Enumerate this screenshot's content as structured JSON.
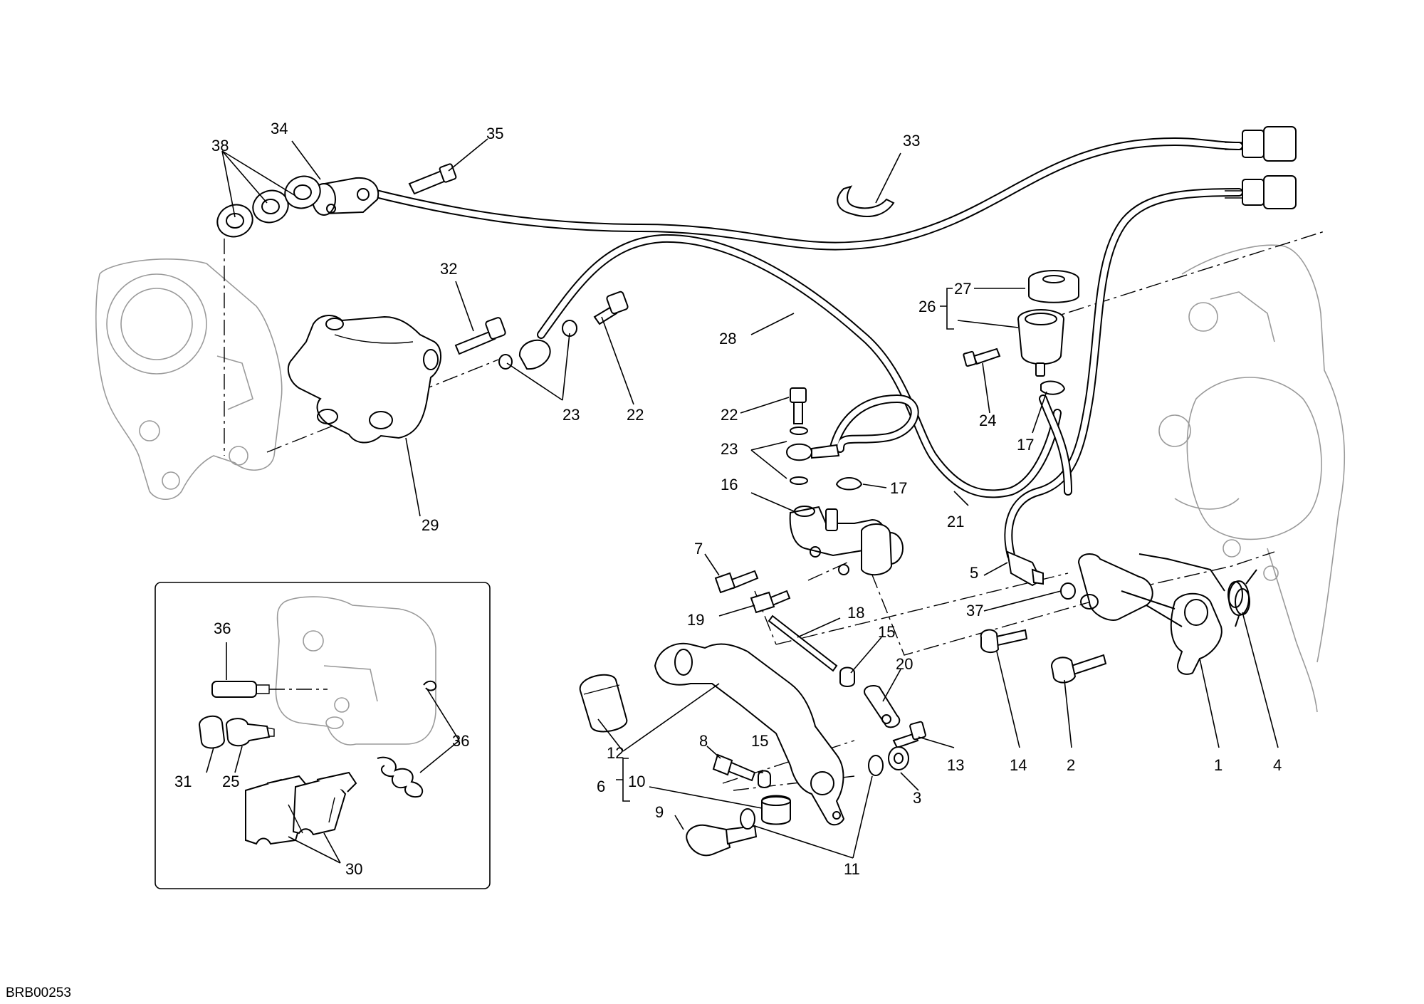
{
  "reference_code": "BRB00253",
  "callouts": [
    "1",
    "2",
    "3",
    "4",
    "5",
    "6",
    "7",
    "8",
    "9",
    "10",
    "11",
    "12",
    "13",
    "14",
    "15",
    "16",
    "17",
    "18",
    "19",
    "20",
    "21",
    "22",
    "23",
    "24",
    "25",
    "26",
    "27",
    "28",
    "29",
    "30",
    "31",
    "32",
    "33",
    "34",
    "35",
    "36",
    "37",
    "38"
  ],
  "labels": {
    "c38": "38",
    "c34": "34",
    "c35": "35",
    "c33": "33",
    "c32": "32",
    "c27": "27",
    "c26": "26",
    "c28": "28",
    "c24": "24",
    "c17a": "17",
    "c23a": "23",
    "c22a": "22",
    "c22b": "22",
    "c23b": "23",
    "c17b": "17",
    "c16": "16",
    "c21": "21",
    "c29": "29",
    "c7": "7",
    "c19": "19",
    "c18": "18",
    "c15a": "15",
    "c20": "20",
    "c5": "5",
    "c37": "37",
    "c12": "12",
    "c6": "6",
    "c10": "10",
    "c8": "8",
    "c15b": "15",
    "c13": "13",
    "c14": "14",
    "c2": "2",
    "c1": "1",
    "c4": "4",
    "c3": "3",
    "c9": "9",
    "c11": "11",
    "c36a": "36",
    "c36b": "36",
    "c31": "31",
    "c25": "25",
    "c30": "30"
  }
}
